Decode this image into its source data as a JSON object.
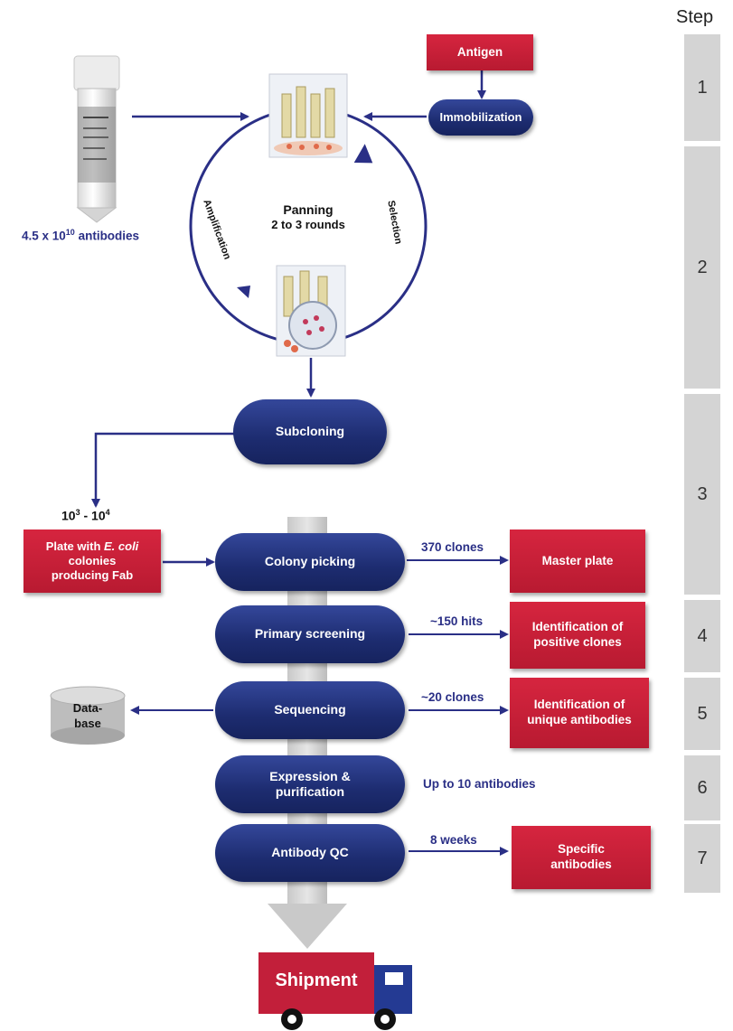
{
  "step_header": "Step",
  "steps": [
    "1",
    "2",
    "3",
    "4",
    "5",
    "6",
    "7"
  ],
  "antigen": "Antigen",
  "immobilization": "Immobilization",
  "library": {
    "base": "4.5 x 10",
    "exp": "10",
    "suffix": " antibodies"
  },
  "panning": {
    "title": "Panning",
    "rounds": "2 to 3 rounds",
    "left_arc": "Amplification",
    "right_arc": "Selection"
  },
  "subcloning": "Subcloning",
  "colony_count": {
    "a_base": "10",
    "a_exp": "3",
    "sep": " - ",
    "b_base": "10",
    "b_exp": "4"
  },
  "plate": {
    "line1_pre": "Plate with ",
    "line1_em": "E. coli",
    "line2": "colonies",
    "line3": "producing Fab"
  },
  "process": [
    {
      "label": "Colony picking",
      "annotation": "370 clones",
      "result": "Master plate"
    },
    {
      "label": "Primary screening",
      "annotation": "~150 hits",
      "result": "Identification of positive clones"
    },
    {
      "label": "Sequencing",
      "annotation": "~20 clones",
      "result": "Identification of unique antibodies"
    },
    {
      "label": "Expression & purification",
      "annotation": "Up to 10  antibodies",
      "result": ""
    },
    {
      "label": "Antibody QC",
      "annotation": "8 weeks",
      "result": "Specific antibodies"
    }
  ],
  "database": {
    "line1": "Data-",
    "line2": "base"
  },
  "shipment": "Shipment",
  "colors": {
    "navy": "#1f2e74",
    "red": "#c41e3a",
    "arrow": "#2a2f86",
    "step_bg": "#d4d4d4"
  }
}
